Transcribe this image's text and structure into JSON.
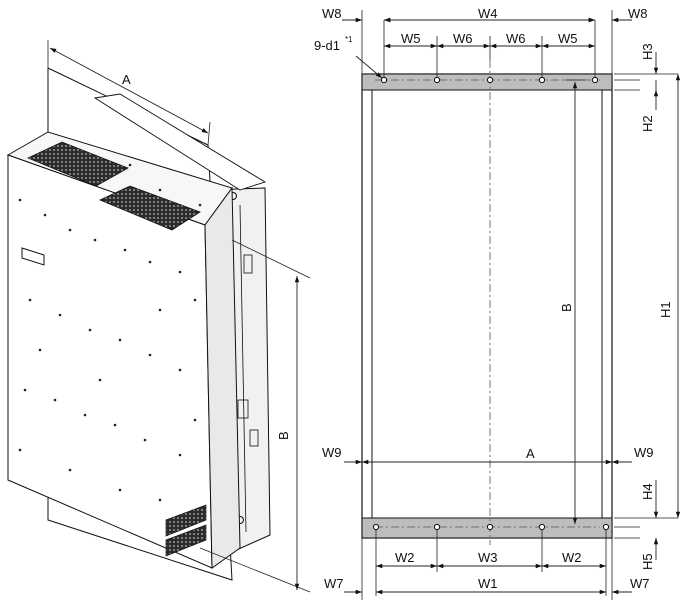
{
  "labels": {
    "A": "A",
    "B": "B",
    "H1": "H1",
    "H2": "H2",
    "H3": "H3",
    "H4": "H4",
    "H5": "H5",
    "W1": "W1",
    "W2": "W2",
    "W3": "W3",
    "W4": "W4",
    "W5": "W5",
    "W6": "W6",
    "W7": "W7",
    "W8": "W8",
    "W9": "W9",
    "hole_spec": "9-d1",
    "hole_note": "*1"
  },
  "colors": {
    "flange": "#bdbdbd",
    "line": "#111111"
  }
}
